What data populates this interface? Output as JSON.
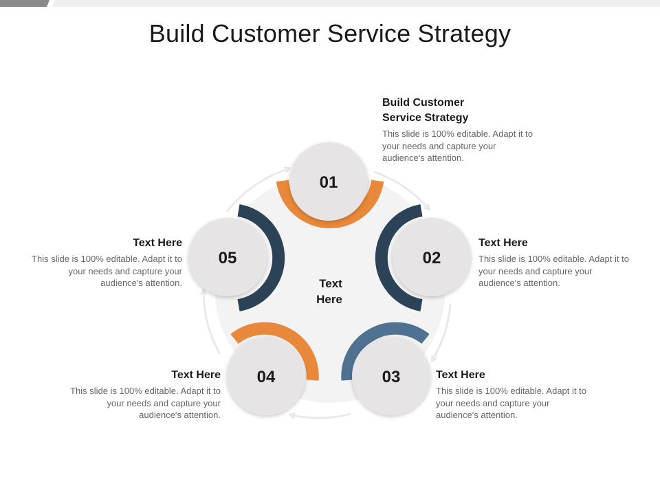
{
  "title": "Build Customer Service Strategy",
  "colors": {
    "orange": "#E8883A",
    "navy": "#2B4257",
    "steel_blue": "#4F7292",
    "circle_fill": "#E6E4E5",
    "center_fill": "#F3F3F4",
    "arrow": "#E9E9E9"
  },
  "center": {
    "line1": "Text",
    "line2": "Here"
  },
  "nodes": [
    {
      "number": "01",
      "ring_color": "orange"
    },
    {
      "number": "02",
      "ring_color": "navy"
    },
    {
      "number": "03",
      "ring_color": "steel_blue"
    },
    {
      "number": "04",
      "ring_color": "orange"
    },
    {
      "number": "05",
      "ring_color": "navy"
    }
  ],
  "blocks": [
    {
      "title_line1": "Build Customer",
      "title_line2": "Service Strategy",
      "body": "This slide is 100% editable. Adapt it to your needs and capture your audience's attention."
    },
    {
      "title_line1": "Text Here",
      "body": "This slide is 100% editable. Adapt it to your needs and capture your audience's attention."
    },
    {
      "title_line1": "Text Here",
      "body": "This slide is 100% editable. Adapt it to your needs and capture your audience's attention."
    },
    {
      "title_line1": "Text Here",
      "body": "This slide is 100% editable. Adapt it to your needs and capture your audience's attention."
    },
    {
      "title_line1": "Text Here",
      "body": "This slide is 100% editable. Adapt it to your needs and capture your audience's attention."
    }
  ]
}
